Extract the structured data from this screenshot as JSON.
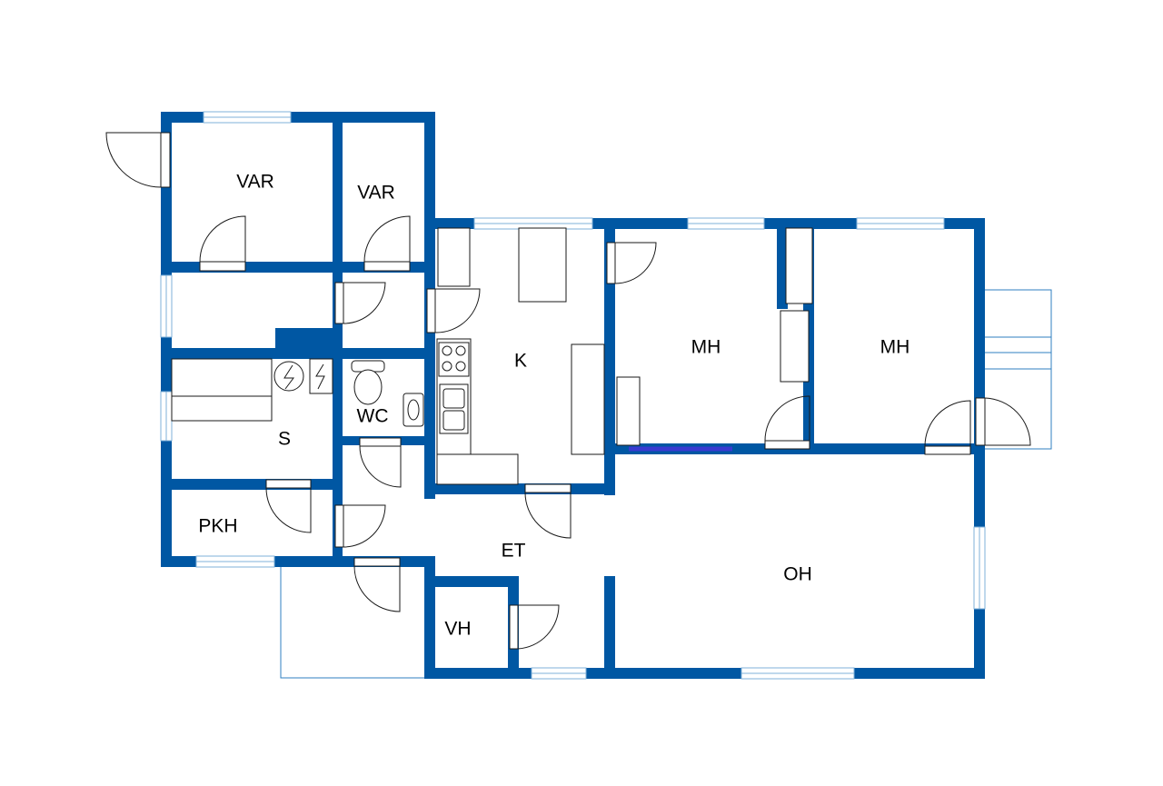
{
  "floorplan": {
    "colors": {
      "wall": "#0057a3",
      "window": "#7fb0d9",
      "accent_purple": "#3a3ad0"
    },
    "rooms": [
      {
        "id": "var1",
        "label": "VAR"
      },
      {
        "id": "var2",
        "label": "VAR"
      },
      {
        "id": "k",
        "label": "K"
      },
      {
        "id": "mh1",
        "label": "MH"
      },
      {
        "id": "mh2",
        "label": "MH"
      },
      {
        "id": "wc",
        "label": "WC"
      },
      {
        "id": "s",
        "label": "S"
      },
      {
        "id": "pkh",
        "label": "PKH"
      },
      {
        "id": "et",
        "label": "ET"
      },
      {
        "id": "oh",
        "label": "OH"
      },
      {
        "id": "vh",
        "label": "VH"
      }
    ],
    "icons": [
      "stove-icon",
      "sink-icon",
      "toilet-icon",
      "electric-heater-icon",
      "fuse-box-icon"
    ]
  }
}
